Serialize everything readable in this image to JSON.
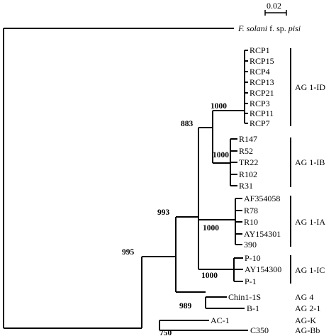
{
  "scale_bar": {
    "label": "0.02"
  },
  "outgroup": {
    "genus": "F. solani",
    "rest": " f. sp. ",
    "forma": "pisi"
  },
  "taxa": {
    "rcp1": "RCP1",
    "rcp15": "RCP15",
    "rcp4": "RCP4",
    "rcp13": "RCP13",
    "rcp21": "RCP21",
    "rcp3": "RCP3",
    "rcp11": "RCP11",
    "rcp7": "RCP7",
    "r147": "R147",
    "r52": "R52",
    "tr22": "TR22",
    "r102": "R102",
    "r31": "R31",
    "af354058": "AF354058",
    "r78": "R78",
    "r10": "R10",
    "ay154301": "AY154301",
    "t390": "390",
    "p10": "P-10",
    "ay154300": "AY154300",
    "p1": "P-1",
    "chin1": "Chin1-1S",
    "b1": "B-1",
    "ac1": "AC-1",
    "c350": "C350"
  },
  "groups": {
    "ag1id": "AG 1-ID",
    "ag1ib": "AG 1-IB",
    "ag1ia": "AG 1-IA",
    "ag1ic": "AG 1-IC",
    "ag4": "AG 4",
    "ag21": "AG 2-1",
    "agk": "AG-K",
    "agbb": "AG-Bb"
  },
  "bootstrap": {
    "n995": "995",
    "n993": "993",
    "n883": "883",
    "n1000_id": "1000",
    "n1000_ib": "1000",
    "n1000_ia": "1000",
    "n1000_ic": "1000",
    "n989": "989",
    "n750": "750"
  }
}
